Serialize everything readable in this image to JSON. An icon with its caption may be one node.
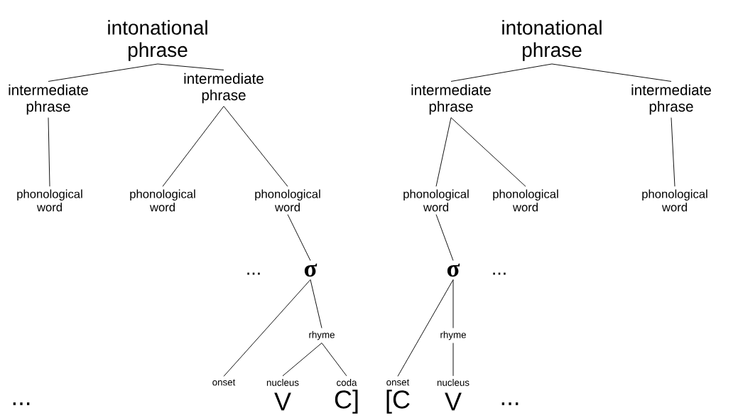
{
  "diagram": {
    "nodes": [
      {
        "text": [
          "intonational phrase"
        ]
      },
      {
        "text": [
          "intonational phrase"
        ]
      },
      {
        "text": [
          "intermediate phrase"
        ]
      },
      {
        "text": [
          "intermediate phrase"
        ]
      },
      {
        "text": [
          "intermediate phrase"
        ]
      },
      {
        "text": [
          "intermediate phrase"
        ]
      },
      {
        "text": [
          "phonological word"
        ]
      },
      {
        "text": [
          "phonological word"
        ]
      },
      {
        "text": [
          "phonological word"
        ]
      },
      {
        "text": [
          "phonological word"
        ]
      },
      {
        "text": [
          "phonological word"
        ]
      },
      {
        "text": [
          "phonological word"
        ]
      },
      {
        "text": [
          "σ"
        ]
      },
      {
        "text": [
          "σ"
        ]
      },
      {
        "text": [
          "rhyme"
        ]
      },
      {
        "text": [
          "rhyme"
        ]
      },
      {
        "text": [
          "onset"
        ]
      },
      {
        "text": [
          "nucleus"
        ]
      },
      {
        "text": [
          "coda"
        ]
      },
      {
        "text": [
          "onset"
        ]
      },
      {
        "text": [
          "nucleus"
        ]
      }
    ],
    "edges": [
      {
        "from": 0,
        "to": 2,
        "arrow": "none"
      },
      {
        "from": 0,
        "to": 3,
        "arrow": "none"
      },
      {
        "from": 1,
        "to": 4,
        "arrow": "none"
      },
      {
        "from": 1,
        "to": 5,
        "arrow": "none"
      },
      {
        "from": 2,
        "to": 6,
        "arrow": "none"
      },
      {
        "from": 3,
        "to": 7,
        "arrow": "none"
      },
      {
        "from": 3,
        "to": 8,
        "arrow": "none"
      },
      {
        "from": 4,
        "to": 9,
        "arrow": "none"
      },
      {
        "from": 4,
        "to": 10,
        "arrow": "none"
      },
      {
        "from": 5,
        "to": 11,
        "arrow": "none"
      },
      {
        "from": 8,
        "to": 12,
        "arrow": "none"
      },
      {
        "from": 9,
        "to": 13,
        "arrow": "none"
      },
      {
        "from": 12,
        "to": 16,
        "arrow": "none"
      },
      {
        "from": 12,
        "to": 14,
        "arrow": "none"
      },
      {
        "from": 14,
        "to": 17,
        "arrow": "none"
      },
      {
        "from": 14,
        "to": 18,
        "arrow": "none"
      },
      {
        "from": 13,
        "to": 19,
        "arrow": "none"
      },
      {
        "from": 13,
        "to": 15,
        "arrow": "none"
      },
      {
        "from": 15,
        "to": 20,
        "arrow": "none"
      }
    ],
    "labels": [
      "...",
      "...",
      "...",
      "V",
      "C]",
      "[C",
      "V",
      "..."
    ]
  }
}
